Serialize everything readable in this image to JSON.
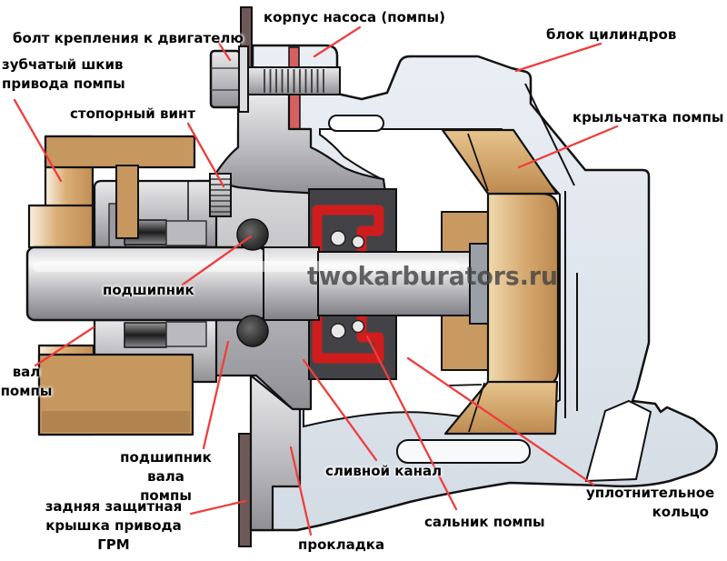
{
  "watermark": "twokarburators.ru",
  "colors": {
    "leader_line": "#ee3e3e",
    "pulley_tan": "#c6975f",
    "housing_blue": "#dde3ea",
    "body_gray": "#b5b5ba",
    "seal_red": "#cf1d1d",
    "gasket_red": "#d5605f",
    "cover_plate": "#6d5a58"
  },
  "labels": {
    "bolt": "болт крепления к двигателю",
    "pump_housing": "корпус насоса (помпы)",
    "cylinder_block": "блок цилиндров",
    "pulley": "зубчатый шкив\nпривода помпы",
    "set_screw": "стопорный винт",
    "impeller": "крыльчатка помпы",
    "bearing": "подшипник",
    "shaft": "вал\nпомпы",
    "shaft_bearing": "подшипник вала\nпомпы",
    "back_cover": "задняя защитная\nкрышка привода ГРМ",
    "gasket": "прокладка",
    "drain": "сливной канал",
    "seal": "сальник помпы",
    "o_ring": "уплотнительное\nкольцо"
  }
}
